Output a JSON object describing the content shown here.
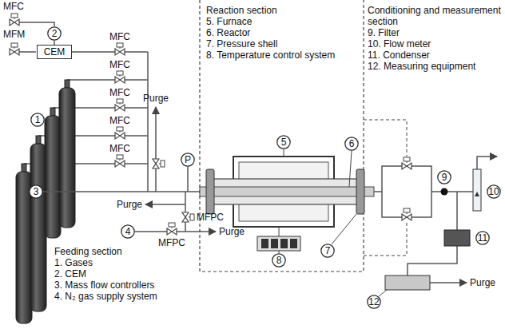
{
  "diagram": {
    "nodes": [
      {
        "text": [
          "2"
        ]
      },
      {
        "text": [
          "CEM"
        ]
      },
      {
        "text": [
          "1"
        ]
      },
      {
        "text": [
          "5"
        ]
      },
      {
        "text": [
          "6"
        ]
      },
      {
        "text": [
          "P"
        ]
      },
      {
        "text": [
          "9"
        ]
      },
      {
        "text": [
          "3"
        ]
      },
      {
        "text": [
          "10"
        ]
      },
      {
        "text": [
          "4"
        ]
      },
      {
        "text": [
          "11"
        ]
      },
      {
        "text": [
          "7"
        ]
      },
      {
        "text": [
          "8"
        ]
      },
      {
        "text": [
          "12"
        ]
      }
    ],
    "edges": [
      {
        "from": 0,
        "to": 1,
        "arrow": "none"
      }
    ],
    "labels": [
      "MFC",
      "MFM",
      "MFC",
      "MFC",
      "MFC",
      "MFC",
      "MFC",
      "Purge",
      "MFPC",
      "Purge",
      "MFPC",
      "Purge",
      "Purge",
      "Feeding section",
      "1. Gases",
      "2. CEM",
      "3. Mass flow controllers",
      "4. N₂ gas supply system",
      "Reaction section",
      "5. Furnace",
      "6. Reactor",
      "7. Pressure shell",
      "8. Temperature control system",
      "Conditioning and measurement section",
      "9. Filter",
      "10. Flow meter",
      "11. Condenser",
      "12. Measuring equipment"
    ]
  }
}
